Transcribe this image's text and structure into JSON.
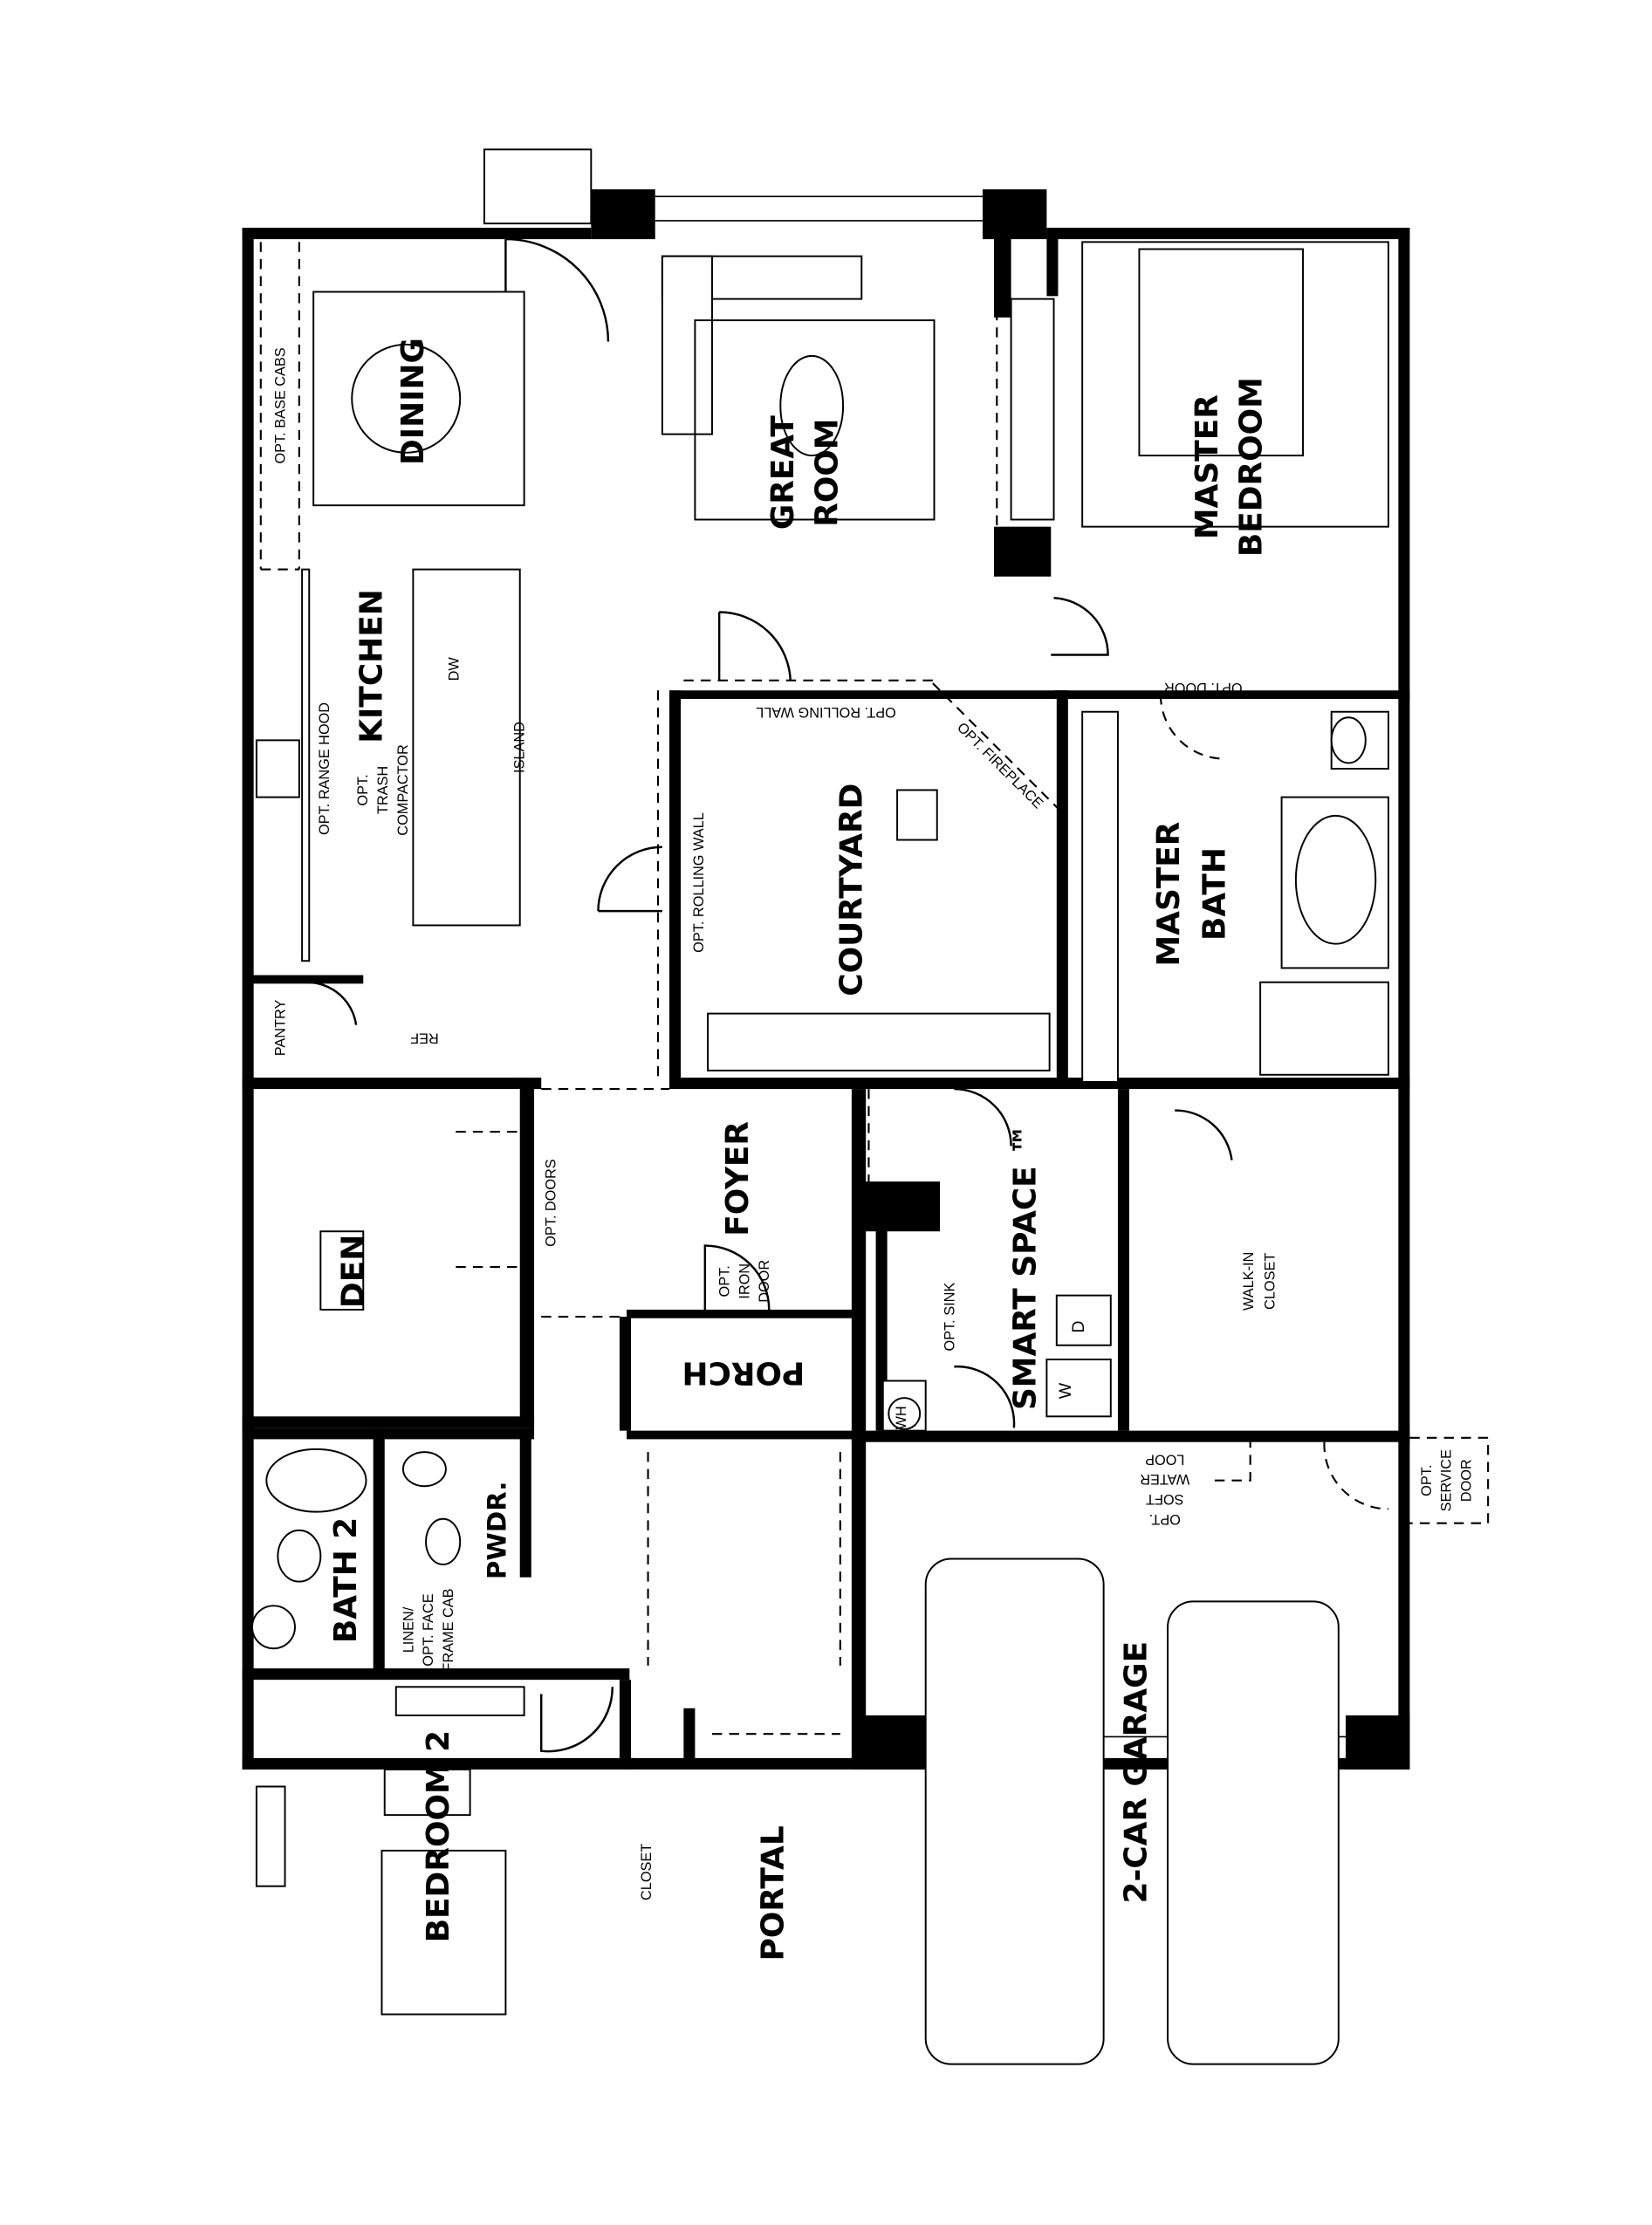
{
  "rooms": {
    "dining": "DINING",
    "great_room_1": "GREAT",
    "great_room_2": "ROOM",
    "master_bedroom_1": "MASTER",
    "master_bedroom_2": "BEDROOM",
    "kitchen": "KITCHEN",
    "courtyard": "COURTYARD",
    "master_bath_1": "MASTER",
    "master_bath_2": "BATH",
    "pantry": "PANTRY",
    "den": "DEN",
    "foyer": "FOYER",
    "porch": "PORCH",
    "smart_space": "SMART SPACE ™",
    "walk_in_closet_1": "WALK-IN",
    "walk_in_closet_2": "CLOSET",
    "bath_2": "BATH 2",
    "powder": "PWDR.",
    "bedroom_2": "BEDROOM 2",
    "closet": "CLOSET",
    "portal": "PORTAL",
    "garage": "2-CAR GARAGE"
  },
  "notes": {
    "opt_base_cabs": "OPT. BASE CABS",
    "opt_range_hood": "OPT. RANGE HOOD",
    "opt_1": "OPT.",
    "trash": "TRASH",
    "compactor": "COMPACTOR",
    "dw": "DW",
    "island": "ISLAND",
    "opt_rolling_wall_top": "OPT. ROLLING WALL",
    "opt_rolling_wall_left": "OPT. ROLLING WALL",
    "opt_fireplace": "OPT. FIREPLACE",
    "opt_door": "OPT. DOOR",
    "ref": "REF",
    "opt_doors": "OPT. DOORS",
    "iron_opt": "OPT.",
    "iron": "IRON",
    "iron_door": "DOOR",
    "opt_sink": "OPT. SINK",
    "wh": "WH",
    "dryer": "D",
    "washer": "W",
    "soft_opt": "OPT.",
    "soft": "SOFT",
    "water": "WATER",
    "loop": "LOOP",
    "service_opt": "OPT.",
    "service": "SERVICE",
    "service_door": "DOOR",
    "linen": "LINEN/",
    "opt_face": "OPT. FACE",
    "frame_cab": "FRAME CAB"
  }
}
